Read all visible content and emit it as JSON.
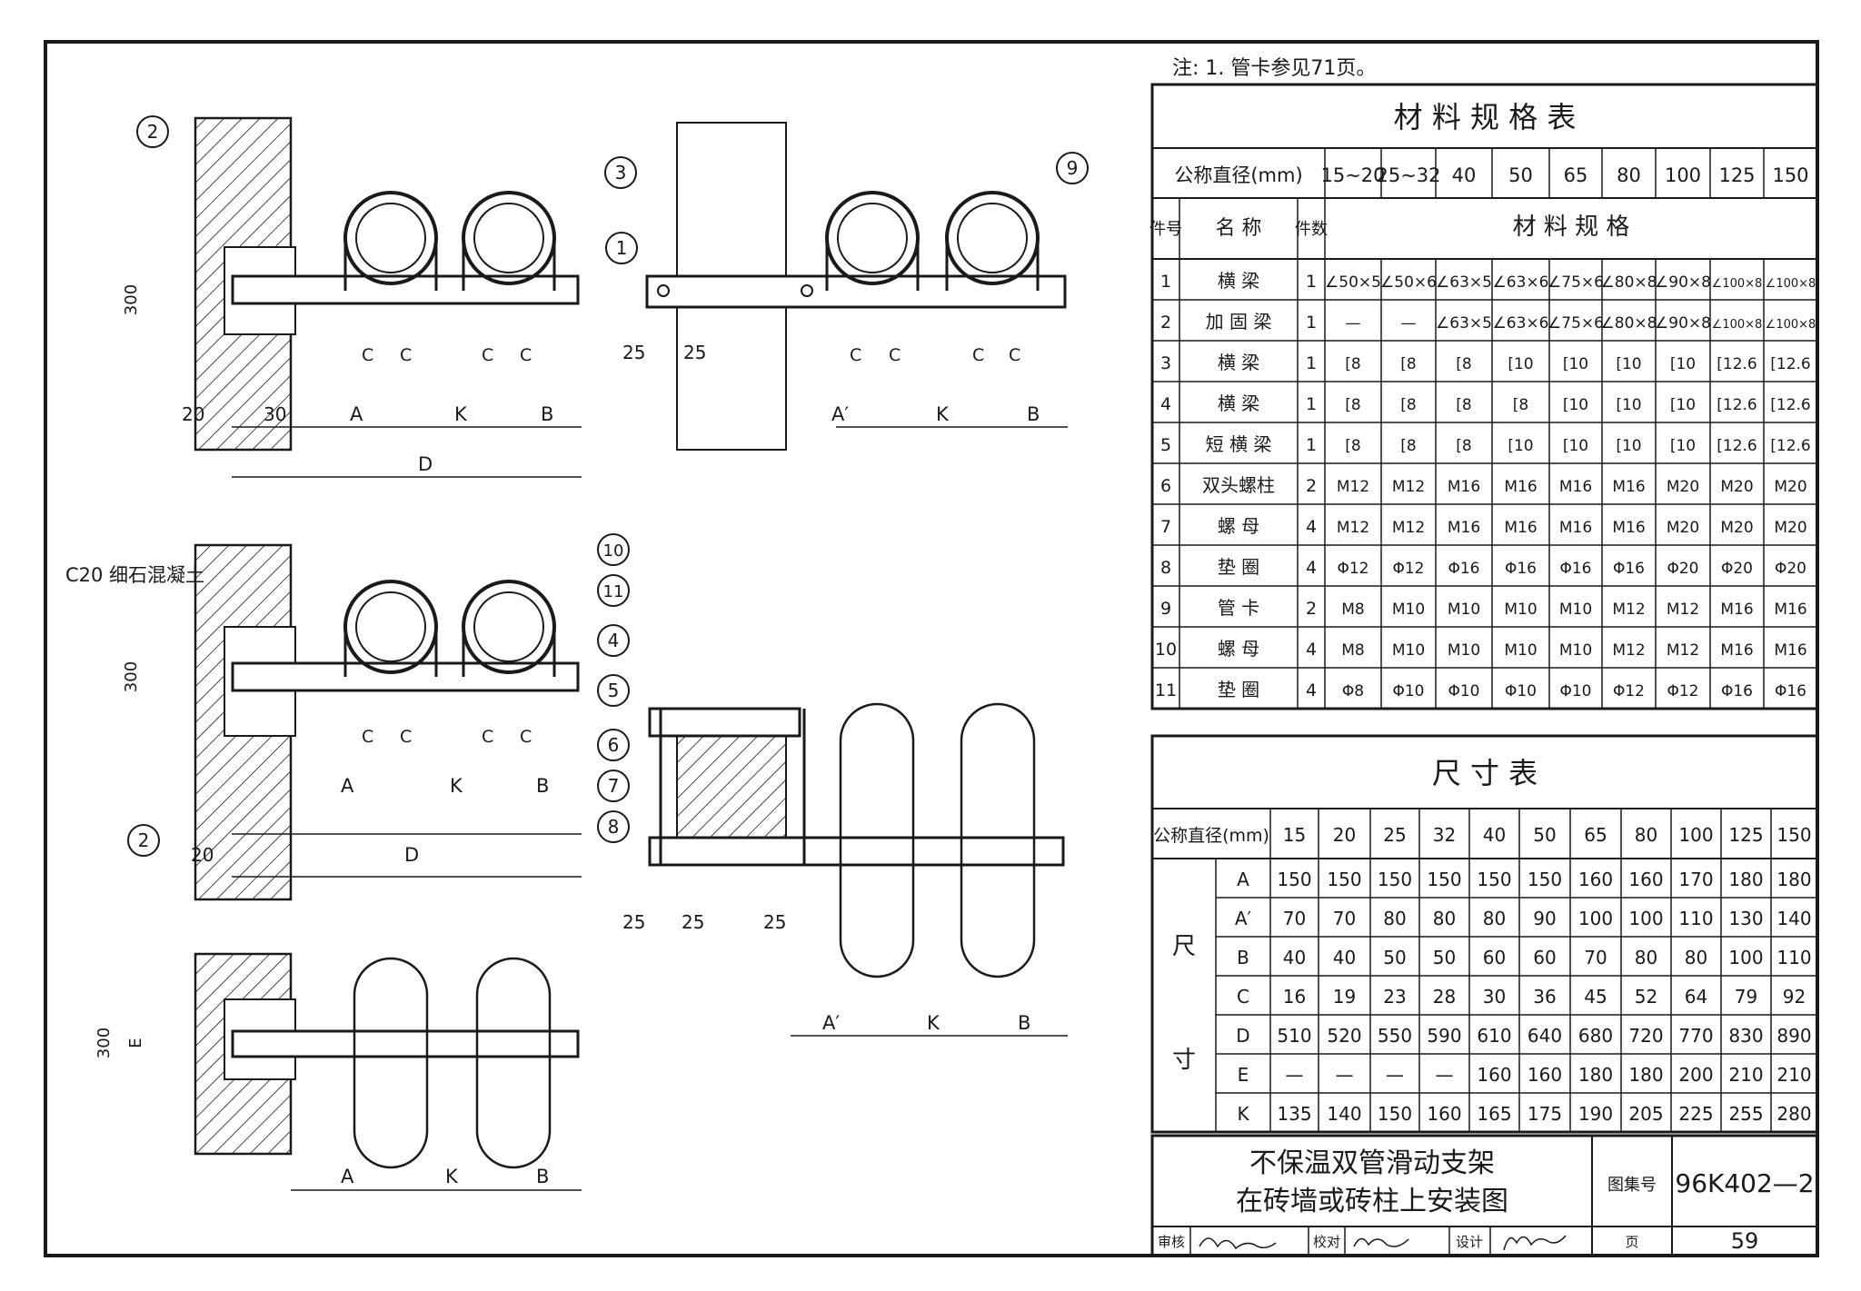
{
  "note": "注: 1. 管卡参见71页。",
  "materials": {
    "title": "材 料 规 格 表",
    "dn_label": "公称直径(mm)",
    "dn_values": [
      "15~20",
      "25~32",
      "40",
      "50",
      "65",
      "80",
      "100",
      "125",
      "150"
    ],
    "no_header": "件号",
    "name_header": "名 称",
    "qty_header": "件数",
    "spec_header": "材 料 规 格",
    "rows": [
      {
        "no": "1",
        "name": "横 梁",
        "qty": "1",
        "specs": [
          "∠50×5",
          "∠50×6",
          "∠63×5",
          "∠63×6",
          "∠75×6",
          "∠80×8",
          "∠90×8",
          "∠100×8",
          "∠100×8"
        ]
      },
      {
        "no": "2",
        "name": "加 固 梁",
        "qty": "1",
        "specs": [
          "—",
          "—",
          "∠63×5",
          "∠63×6",
          "∠75×6",
          "∠80×8",
          "∠90×8",
          "∠100×8",
          "∠100×8"
        ]
      },
      {
        "no": "3",
        "name": "横 梁",
        "qty": "1",
        "specs": [
          "[8",
          "[8",
          "[8",
          "[10",
          "[10",
          "[10",
          "[10",
          "[12.6",
          "[12.6"
        ]
      },
      {
        "no": "4",
        "name": "横 梁",
        "qty": "1",
        "specs": [
          "[8",
          "[8",
          "[8",
          "[8",
          "[10",
          "[10",
          "[10",
          "[12.6",
          "[12.6"
        ]
      },
      {
        "no": "5",
        "name": "短 横 梁",
        "qty": "1",
        "specs": [
          "[8",
          "[8",
          "[8",
          "[10",
          "[10",
          "[10",
          "[10",
          "[12.6",
          "[12.6"
        ]
      },
      {
        "no": "6",
        "name": "双头螺柱",
        "qty": "2",
        "specs": [
          "M12",
          "M12",
          "M16",
          "M16",
          "M16",
          "M16",
          "M20",
          "M20",
          "M20"
        ]
      },
      {
        "no": "7",
        "name": "螺 母",
        "qty": "4",
        "specs": [
          "M12",
          "M12",
          "M16",
          "M16",
          "M16",
          "M16",
          "M20",
          "M20",
          "M20"
        ]
      },
      {
        "no": "8",
        "name": "垫 圈",
        "qty": "4",
        "specs": [
          "Φ12",
          "Φ12",
          "Φ16",
          "Φ16",
          "Φ16",
          "Φ16",
          "Φ20",
          "Φ20",
          "Φ20"
        ]
      },
      {
        "no": "9",
        "name": "管 卡",
        "qty": "2",
        "specs": [
          "M8",
          "M10",
          "M10",
          "M10",
          "M10",
          "M12",
          "M12",
          "M16",
          "M16"
        ]
      },
      {
        "no": "10",
        "name": "螺 母",
        "qty": "4",
        "specs": [
          "M8",
          "M10",
          "M10",
          "M10",
          "M10",
          "M12",
          "M12",
          "M16",
          "M16"
        ]
      },
      {
        "no": "11",
        "name": "垫 圈",
        "qty": "4",
        "specs": [
          "Φ8",
          "Φ10",
          "Φ10",
          "Φ10",
          "Φ10",
          "Φ12",
          "Φ12",
          "Φ16",
          "Φ16"
        ]
      }
    ]
  },
  "dimensions": {
    "title": "尺 寸 表",
    "dn_label": "公称直径(mm)",
    "dn_values": [
      "15",
      "20",
      "25",
      "32",
      "40",
      "50",
      "65",
      "80",
      "100",
      "125",
      "150"
    ],
    "group_label_top": "尺",
    "group_label_bottom": "寸",
    "rows": [
      {
        "label": "A",
        "values": [
          "150",
          "150",
          "150",
          "150",
          "150",
          "150",
          "160",
          "160",
          "170",
          "180",
          "180"
        ]
      },
      {
        "label": "A′",
        "values": [
          "70",
          "70",
          "80",
          "80",
          "80",
          "90",
          "100",
          "100",
          "110",
          "130",
          "140"
        ]
      },
      {
        "label": "B",
        "values": [
          "40",
          "40",
          "50",
          "50",
          "60",
          "60",
          "70",
          "80",
          "80",
          "100",
          "110"
        ]
      },
      {
        "label": "C",
        "values": [
          "16",
          "19",
          "23",
          "28",
          "30",
          "36",
          "45",
          "52",
          "64",
          "79",
          "92"
        ]
      },
      {
        "label": "D",
        "values": [
          "510",
          "520",
          "550",
          "590",
          "610",
          "640",
          "680",
          "720",
          "770",
          "830",
          "890"
        ]
      },
      {
        "label": "E",
        "values": [
          "—",
          "—",
          "—",
          "—",
          "160",
          "160",
          "180",
          "180",
          "200",
          "210",
          "210"
        ]
      },
      {
        "label": "K",
        "values": [
          "135",
          "140",
          "150",
          "160",
          "165",
          "175",
          "190",
          "205",
          "225",
          "255",
          "280"
        ]
      }
    ]
  },
  "title_block": {
    "title_line1": "不保温双管滑动支架",
    "title_line2": "在砖墙或砖柱上安装图",
    "atlas_label": "图集号",
    "atlas_no": "96K402—2",
    "review_label": "审核",
    "check_label": "校对",
    "design_label": "设计",
    "page_label": "页",
    "page_no": "59"
  },
  "drawing": {
    "concrete_label": "C20 细石混凝土",
    "callouts": [
      "1",
      "2",
      "3",
      "4",
      "5",
      "6",
      "7",
      "8",
      "9",
      "10",
      "11"
    ],
    "dims": {
      "d300": "300",
      "d20": "20",
      "d30": "30",
      "d25": "25",
      "A": "A",
      "K": "K",
      "B": "B",
      "Ap": "A′",
      "D": "D",
      "C": "C",
      "E": "E"
    }
  }
}
